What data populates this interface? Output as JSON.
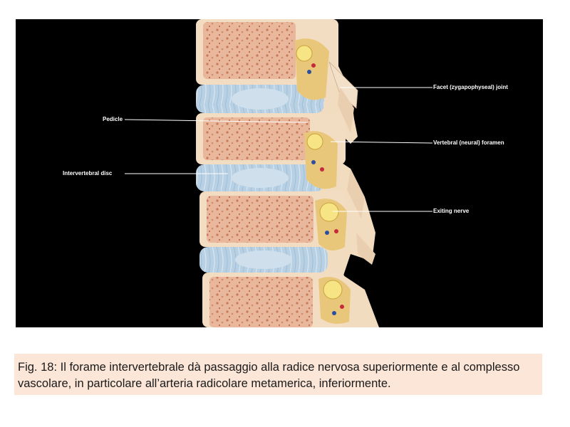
{
  "figure": {
    "labels": {
      "facet_joint": "Facet (zygapophyseal) joint",
      "pedicle": "Pedicle",
      "vertebral_foramen": "Vertebral (neural) foramen",
      "intervertebral_disc": "Intervertebral disc",
      "exiting_nerve": "Exiting nerve"
    },
    "colors": {
      "background": "#000000",
      "bone_cortex": "#f3dfc3",
      "cancellous_bone": "#e6b49a",
      "disc": "#b6cfe2",
      "nerve": "#f6e27a",
      "foramen_fat": "#e9c77a",
      "artery": "#c8283c",
      "vein": "#2b4f9e",
      "leader_line": "#ffffff"
    }
  },
  "caption": {
    "text": "Fig. 18: Il forame intervertebrale dà passaggio alla radice nervosa superiormente e al complesso vascolare, in particolare all’arteria radicolare metamerica, inferiormente."
  }
}
